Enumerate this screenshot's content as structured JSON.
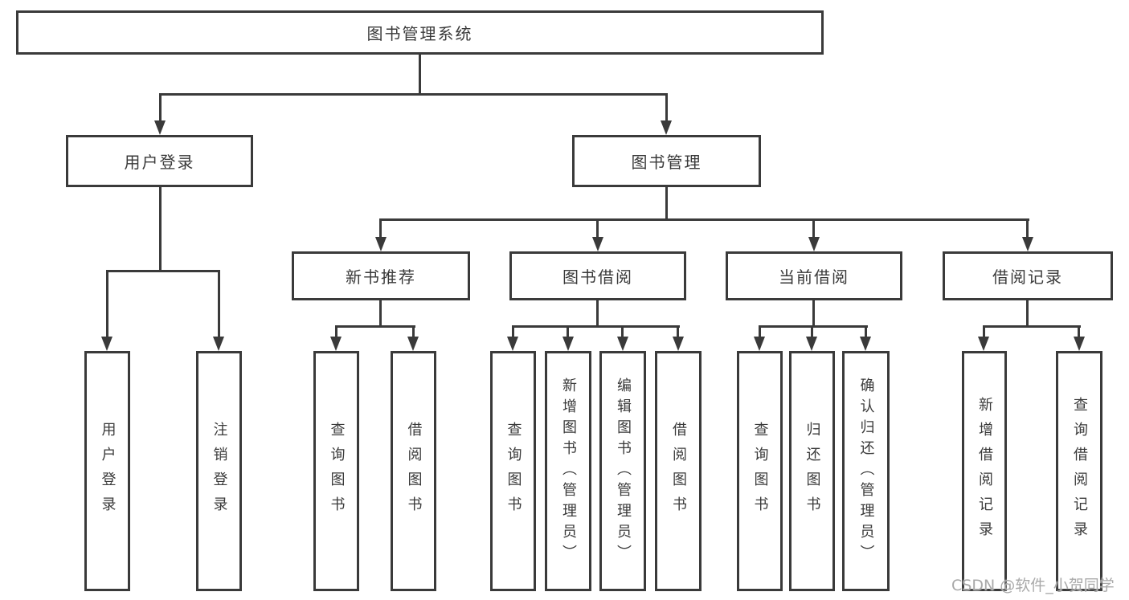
{
  "title": "图书管理系统",
  "watermark": {
    "text": "CSDN @软件_小贺同学"
  },
  "colors": {
    "line": "#3a3a3a",
    "text": "#3a3a3a",
    "watermark": "#a9a9a9",
    "background": "#ffffff"
  },
  "tree": {
    "root": {
      "label": "图书管理系统",
      "children": [
        {
          "label": "用户登录",
          "children": [
            {
              "label": "用户登录"
            },
            {
              "label": "注销登录"
            }
          ]
        },
        {
          "label": "图书管理",
          "children": [
            {
              "label": "新书推荐",
              "children": [
                {
                  "label": "查询图书"
                },
                {
                  "label": "借阅图书"
                }
              ]
            },
            {
              "label": "图书借阅",
              "children": [
                {
                  "label": "查询图书"
                },
                {
                  "label": "新增图书（管理员）"
                },
                {
                  "label": "编辑图书（管理员）"
                },
                {
                  "label": "借阅图书"
                }
              ]
            },
            {
              "label": "当前借阅",
              "children": [
                {
                  "label": "查询图书"
                },
                {
                  "label": "归还图书"
                },
                {
                  "label": "确认归还（管理员）"
                }
              ]
            },
            {
              "label": "借阅记录",
              "children": [
                {
                  "label": "新增借阅记录"
                },
                {
                  "label": "查询借阅记录"
                }
              ]
            }
          ]
        }
      ]
    }
  }
}
